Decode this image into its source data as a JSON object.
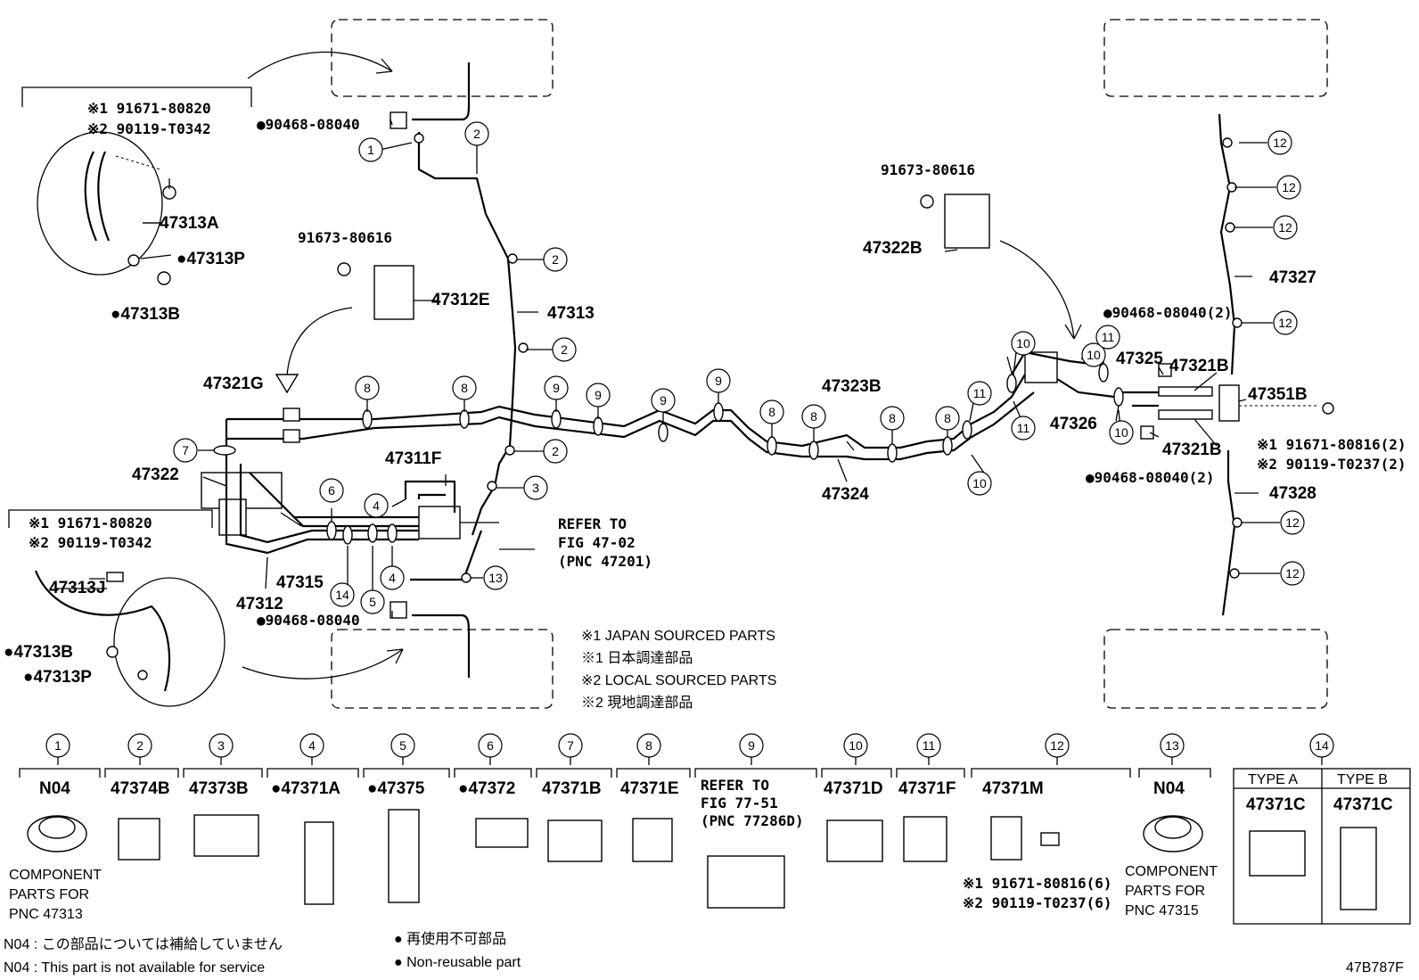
{
  "labels": {
    "p91671a": "※1 91671-80820",
    "p90119a": "※2 90119-T0342",
    "p47313A": "47313A",
    "p47313P_top": "●47313P",
    "p47313B_top": "●47313B",
    "p90468_top": "●90468-08040",
    "p91673_left": "91673-80616",
    "p47312E": "47312E",
    "p47313": "47313",
    "p47321G": "47321G",
    "p47322": "47322",
    "p47311F": "47311F",
    "refer1": "REFER TO",
    "refer2": "FIG 47-02",
    "refer3": "(PNC 47201)",
    "p47315": "47315",
    "p47312": "47312",
    "p91671b": "※1 91671-80820",
    "p90119b": "※2 90119-T0342",
    "p47313J": "47313J",
    "p47313B_bot": "●47313B",
    "p47313P_bot": "●47313P",
    "p90468_bot": "●90468-08040",
    "p47323B": "47323B",
    "p47324": "47324",
    "p91673_right": "91673-80616",
    "p47322B": "47322B",
    "p90468_r1": "●90468-08040(2)",
    "p47325": "47325",
    "p47321B_top": "47321B",
    "p47326": "47326",
    "p47351B": "47351B",
    "p91671_r": "※1 91671-80816(2)",
    "p90119_r": "※2 90119-T0237(2)",
    "p47321B_bot": "47321B",
    "p90468_r2": "●90468-08040(2)",
    "p47327": "47327",
    "p47328": "47328",
    "note1": "※1 JAPAN SOURCED PARTS",
    "note2": "※1 日本調達部品",
    "note3": "※2 LOCAL SOURCED PARTS",
    "note4": "※2 現地調達部品"
  },
  "legend": [
    {
      "num": "1",
      "part": "N04"
    },
    {
      "num": "2",
      "part": "47374B"
    },
    {
      "num": "3",
      "part": "47373B"
    },
    {
      "num": "4",
      "part": "●47371A"
    },
    {
      "num": "5",
      "part": "●47375"
    },
    {
      "num": "6",
      "part": "●47372"
    },
    {
      "num": "7",
      "part": "47371B"
    },
    {
      "num": "8",
      "part": "47371E"
    },
    {
      "num": "9",
      "part": "REFER TO"
    },
    {
      "num": "10",
      "part": "47371D"
    },
    {
      "num": "11",
      "part": "47371F"
    },
    {
      "num": "12",
      "part": "47371M"
    },
    {
      "num": "13",
      "part": "N04"
    },
    {
      "num": "14",
      "part": ""
    }
  ],
  "legend_extra": {
    "ref9_l2": "FIG 77-51",
    "ref9_l3": "(PNC 77286D)",
    "comp1_l1": "COMPONENT",
    "comp1_l2": "PARTS FOR",
    "comp1_l3": "PNC 47313",
    "comp13_l1": "COMPONENT",
    "comp13_l2": "PARTS FOR",
    "comp13_l3": "PNC 47315",
    "m12_a": "※1 91671-80816(6)",
    "m12_b": "※2 90119-T0237(6)",
    "typeA": "TYPE A",
    "typeB": "TYPE B",
    "typeA_part": "47371C",
    "typeB_part": "47371C"
  },
  "footer": {
    "n04_jp": "N04 :  この部品については補給していません",
    "n04_en": "N04 :  This part is not available for service",
    "nr_jp": "●  再使用不可部品",
    "nr_en": "●  Non-reusable part",
    "fig_id": "47B787F"
  }
}
